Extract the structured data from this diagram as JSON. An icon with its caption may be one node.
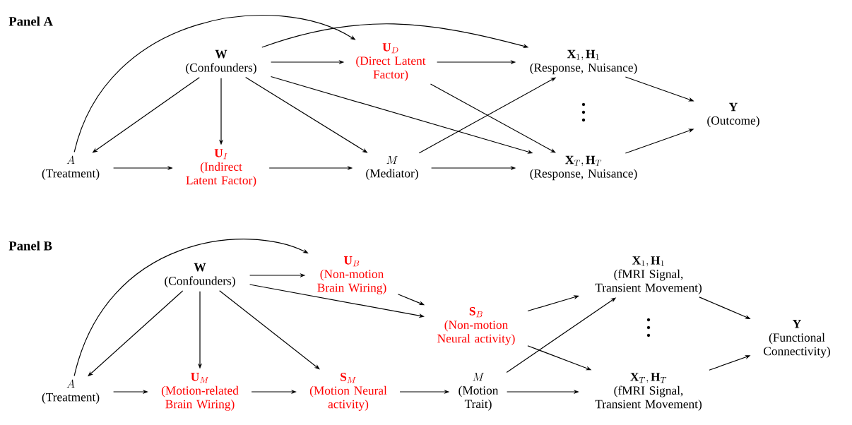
{
  "diagram": {
    "nodes": [
      {
        "text": [
          "\\mathbf{W}",
          "(Confounders)"
        ]
      },
      {
        "text": [
          "\\mathbf{U}_{D}",
          "(Direct Latent Factor)"
        ]
      },
      {
        "text": [
          "\\mathbf{X}_{1}, \\mathbf{H}_{1}",
          "(Response, Nuisance)"
        ]
      },
      {
        "text": [
          "A",
          "(Treatment)"
        ]
      },
      {
        "text": [
          "\\mathbf{U}_{I}",
          "(Indirect Latent Factor)"
        ]
      },
      {
        "text": [
          "M",
          "(Mediator)"
        ]
      },
      {
        "text": [
          "\\mathbf{X}_{T}, \\mathbf{H}_{T}",
          "(Response, Nuisance)"
        ]
      },
      {
        "text": [
          "\\mathbf{Y}",
          "(Outcome)"
        ]
      },
      {
        "text": [
          "\\mathbf{W}",
          "(Confounders)"
        ]
      },
      {
        "text": [
          "\\mathbf{U}_{B}",
          "(Non-motion Brain Wiring)"
        ]
      },
      {
        "text": [
          "\\mathbf{S}_{B}",
          "(Non-motion Neural activity)"
        ]
      },
      {
        "text": [
          "\\mathbf{X}_{1}, \\mathbf{H}_{1}",
          "(fMRI Signal, Transient Movement)"
        ]
      },
      {
        "text": [
          "\\mathbf{Y}",
          "(Functional Connectivity)"
        ]
      },
      {
        "text": [
          "A",
          "(Treatment)"
        ]
      },
      {
        "text": [
          "\\mathbf{U}_{M}",
          "(Motion-related Brain Wiring)"
        ]
      },
      {
        "text": [
          "\\mathbf{S}_{M}",
          "(Motion Neural activity)"
        ]
      },
      {
        "text": [
          "M",
          "(Motion Trait)"
        ]
      },
      {
        "text": [
          "\\mathbf{X}_{T}, \\mathbf{H}_{T}",
          "(fMRI Signal, Transient Movement)"
        ]
      }
    ],
    "edges": [
      {
        "from": 0,
        "to": 1,
        "arrow": "to"
      },
      {
        "from": 0,
        "to": 2,
        "arrow": "to"
      },
      {
        "from": 0,
        "to": 3,
        "arrow": "to"
      },
      {
        "from": 0,
        "to": 4,
        "arrow": "to"
      },
      {
        "from": 0,
        "to": 5,
        "arrow": "to"
      },
      {
        "from": 0,
        "to": 6,
        "arrow": "to"
      },
      {
        "from": 3,
        "to": 1,
        "arrow": "to"
      },
      {
        "from": 3,
        "to": 4,
        "arrow": "to"
      },
      {
        "from": 4,
        "to": 5,
        "arrow": "to"
      },
      {
        "from": 5,
        "to": 6,
        "arrow": "to"
      },
      {
        "from": 5,
        "to": 2,
        "arrow": "to"
      },
      {
        "from": 1,
        "to": 2,
        "arrow": "to"
      },
      {
        "from": 1,
        "to": 6,
        "arrow": "to"
      },
      {
        "from": 2,
        "to": 7,
        "arrow": "to"
      },
      {
        "from": 6,
        "to": 7,
        "arrow": "to"
      },
      {
        "from": 13,
        "to": 9,
        "arrow": "to"
      },
      {
        "from": 8,
        "to": 9,
        "arrow": "to"
      },
      {
        "from": 8,
        "to": 10,
        "arrow": "to"
      },
      {
        "from": 8,
        "to": 13,
        "arrow": "to"
      },
      {
        "from": 8,
        "to": 14,
        "arrow": "to"
      },
      {
        "from": 8,
        "to": 15,
        "arrow": "to"
      },
      {
        "from": 9,
        "to": 10,
        "arrow": "to"
      },
      {
        "from": 10,
        "to": 11,
        "arrow": "to"
      },
      {
        "from": 10,
        "to": 17,
        "arrow": "to"
      },
      {
        "from": 13,
        "to": 14,
        "arrow": "to"
      },
      {
        "from": 14,
        "to": 15,
        "arrow": "to"
      },
      {
        "from": 15,
        "to": 16,
        "arrow": "to"
      },
      {
        "from": 16,
        "to": 11,
        "arrow": "to"
      },
      {
        "from": 16,
        "to": 17,
        "arrow": "to"
      },
      {
        "from": 11,
        "to": 12,
        "arrow": "to"
      },
      {
        "from": 17,
        "to": 12,
        "arrow": "to"
      }
    ],
    "labels": [
      "Panel A",
      "Panel B"
    ]
  }
}
